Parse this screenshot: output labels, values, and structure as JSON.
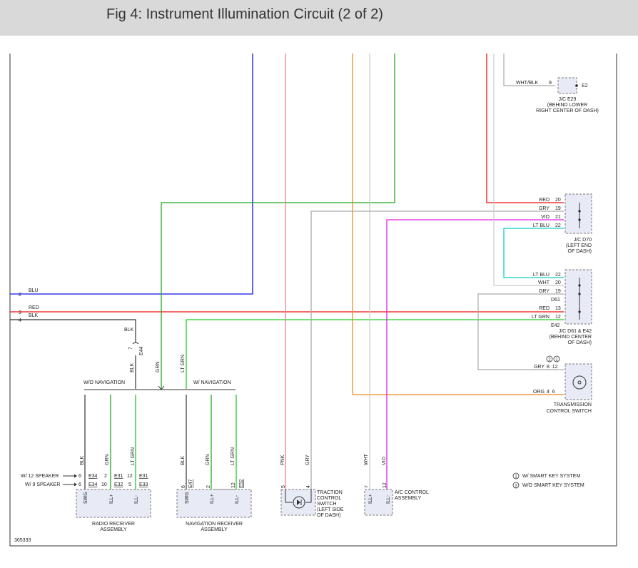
{
  "title": "Fig 4: Instrument Illumination Circuit (2 of 2)",
  "colors": {
    "blu": "#1111ee",
    "red": "#ee1111",
    "blk": "#333333",
    "grn": "#22aa22",
    "ltgrn": "#22cc22",
    "pnk": "#f08090",
    "orange": "#f08a1a",
    "wht": "#cccccc",
    "gry": "#aaaaaa",
    "vio": "#e020e0",
    "ltblu": "#11cccc",
    "box_fill": "#e8ebf6",
    "box_border": "#777777"
  },
  "left_pins": [
    {
      "num": "2",
      "wire": "BLU"
    },
    {
      "num": "3",
      "wire": "RED"
    },
    {
      "num": "4",
      "wire": "BLK"
    }
  ],
  "junctions": {
    "e29": {
      "wire": "WHT/BLK",
      "pin": "9",
      "conn": "E2",
      "lines": [
        "J/C E29",
        "(BEHIND LOWER",
        "RIGHT CENTER OF DASH)"
      ]
    },
    "d70": {
      "wires": [
        [
          "RED",
          "20"
        ],
        [
          "GRY",
          "19"
        ],
        [
          "VIO",
          "21"
        ],
        [
          "LT BLU",
          "22"
        ]
      ],
      "lines": [
        "J/C D70",
        "(LEFT END",
        "OF DASH)"
      ]
    },
    "d61": {
      "wires": [
        [
          "LT BLU",
          "22"
        ],
        [
          "WHT",
          "20"
        ],
        [
          "GRY",
          "19"
        ]
      ],
      "conn_a": "D61",
      "wires_b": [
        [
          "RED",
          "13"
        ],
        [
          "LT GRN",
          "12"
        ]
      ],
      "conn_b": "E42",
      "lines": [
        "J/C D61 & E42",
        "(BEHIND CENTER",
        "OF DASH)"
      ]
    }
  },
  "transmission": {
    "gry": "GRY",
    "gry_pins": "8  12",
    "org": "ORG",
    "org_pins": "4  6",
    "badges": [
      "2",
      "1"
    ],
    "lines": [
      "TRANSMISSION",
      "CONTROL SWITCH"
    ]
  },
  "nav": {
    "blk_label": "BLK",
    "conn_e": "E44",
    "conn_pin": "7",
    "wo_nav": "W/O NAVIGATION",
    "w_nav": "W/ NAVIGATION",
    "vert_labels": [
      "BLK",
      "GRN",
      "LT GRN"
    ]
  },
  "radio": {
    "speaker12": "W/ 12 SPEAKER",
    "speaker9": "W/ 9 SPEAKER",
    "row1": [
      "6",
      "E34",
      "2",
      "E31",
      "12",
      "E31"
    ],
    "row2": [
      "6",
      "E34",
      "10",
      "E32",
      "5",
      "E33"
    ],
    "wire_labels": [
      "BLK",
      "GRN",
      "LT GRN"
    ],
    "pins": [
      "SWG",
      "ILL+",
      "ILL-"
    ],
    "lines": [
      "RADIO RECEIVER",
      "ASSEMBLY"
    ]
  },
  "navrecv": {
    "wire_labels": [
      "BLK",
      "GRN",
      "LT GRN"
    ],
    "conn_left": [
      "6",
      "E47"
    ],
    "pin2": "2",
    "pin12": "12",
    "conn_right": "E52",
    "pins": [
      "SWG",
      "ILL+",
      "ILL-"
    ],
    "lines": [
      "NAVIGATION RECEIVER",
      "ASSEMBLY"
    ]
  },
  "traction": {
    "wire_labels": [
      "PNK",
      "GRY"
    ],
    "pins": [
      "5",
      "4"
    ],
    "lines": [
      "TRACTION",
      "CONTROL",
      "SWITCH",
      "(LEFT SIDE",
      "OF DASH)"
    ]
  },
  "ac": {
    "wire_labels": [
      "WHT",
      "VIO"
    ],
    "pins": [
      "7",
      "12"
    ],
    "pin_names": [
      "ILL+",
      "ILL-"
    ],
    "lines": [
      "A/C CONTROL",
      "ASSEMBLY"
    ]
  },
  "legend": [
    {
      "badge": "1",
      "text": "W/ SMART KEY SYSTEM"
    },
    {
      "badge": "2",
      "text": "W/O SMART KEY SYSTEM"
    }
  ],
  "diagram_id": "365333"
}
